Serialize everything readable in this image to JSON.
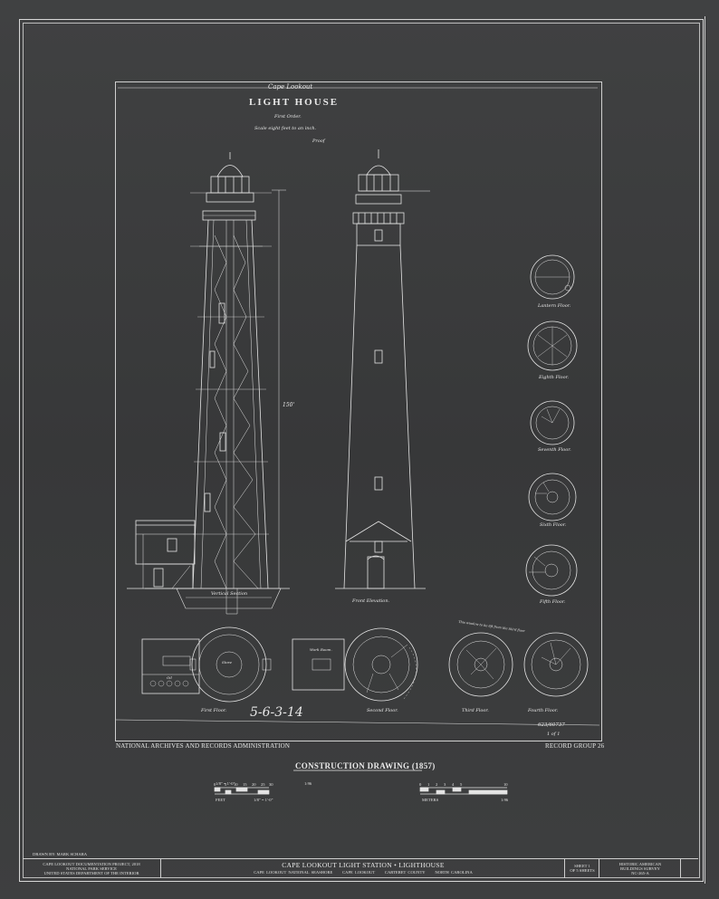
{
  "drawing": {
    "header_place": "Cape Lookout",
    "title": "LIGHT HOUSE",
    "order": "First Order.",
    "scale": "Scale eight feet to an inch.",
    "note": "Proof",
    "stamp": "5-6-3-14",
    "archive_number": "623/60737",
    "sheet_fraction": "1 of 1",
    "labels": {
      "vertical_section": "Vertical Section",
      "front_elevation": "Front Elevation.",
      "lantern_floor": "Lantern Floor.",
      "eighth_floor": "Eighth Floor.",
      "seventh_floor": "Seventh Floor.",
      "sixth_floor": "Sixth Floor.",
      "fifth_floor": "Fifth Floor.",
      "first_floor": "First Floor.",
      "second_floor": "Second Floor.",
      "third_floor": "Third Floor.",
      "fourth_floor": "Fourth Floor.",
      "work_room": "Work Room.",
      "store": "Store",
      "oil": "Oil",
      "height_dimension": "150'",
      "third_floor_note": "This window to be 6ft from the third floor"
    }
  },
  "captions": {
    "left": "NATIONAL ARCHIVES AND RECORDS ADMINISTRATION",
    "right": "RECORD GROUP 26"
  },
  "construction": {
    "heading": "CONSTRUCTION DRAWING (1857)",
    "left_scale_top": "1/8\" = 1'-0\"",
    "left_scale_ratio": "1:96",
    "left_scale_bottom": "1/8\" = 1'-0\"",
    "feet_label": "FEET",
    "meters_label": "METERS",
    "right_scale_ratio": "1:96",
    "feet_ticks": [
      "0",
      "5",
      "10",
      "15",
      "20",
      "25",
      "30"
    ],
    "meter_ticks": [
      "0",
      "1",
      "2",
      "3",
      "4",
      "5",
      "10"
    ]
  },
  "title_block": {
    "drawn_by": "DRAWN BY:  MARK SCHARA",
    "org_lines": [
      "CAPE LOOKOUT DOCUMENTATION PROJECT, 2018",
      "NATIONAL PARK SERVICE",
      "UNITED STATES DEPARTMENT OF THE INTERIOR"
    ],
    "main_title": "CAPE LOOKOUT LIGHT STATION  •  LIGHTHOUSE",
    "location_parts": [
      "CAPE LOOKOUT NATIONAL SEASHORE",
      "CAPE LOOKOUT",
      "CARTERET COUNTY",
      "NORTH CAROLINA"
    ],
    "sheet_lines": [
      "SHEET 1",
      "OF 5 SHEETS"
    ],
    "habs_lines": [
      "HISTORIC AMERICAN",
      "BUILDINGS SURVEY",
      "NC-265-A"
    ]
  }
}
